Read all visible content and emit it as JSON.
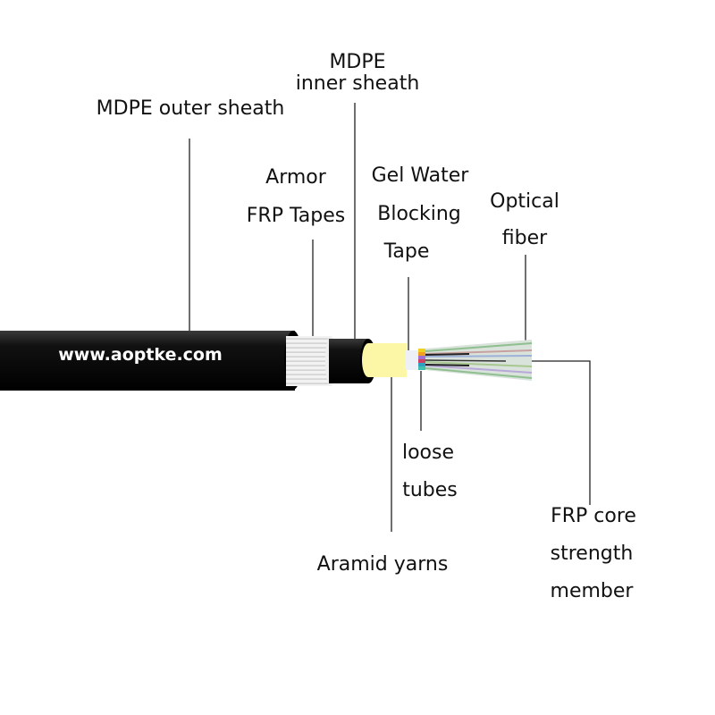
{
  "labels": {
    "outer_sheath": "MDPE outer sheath",
    "inner_sheath_1": "MDPE",
    "inner_sheath_2": "inner sheath",
    "armor_1": "Armor",
    "armor_2": "FRP Tapes",
    "gel_1": "Gel Water",
    "gel_2": "Blocking",
    "gel_3": "Tape",
    "fiber_1": "Optical",
    "fiber_2": "fiber",
    "tubes_1": "loose",
    "tubes_2": "tubes",
    "aramid": "Aramid yarns",
    "frp_1": "FRP core",
    "frp_2": "strength",
    "frp_3": "member"
  },
  "watermark": "www.aoptke.com",
  "colors": {
    "sheath": "#0d0d0d",
    "armor": "#e8e8e8",
    "aramid": "#fbf7a6"
  }
}
